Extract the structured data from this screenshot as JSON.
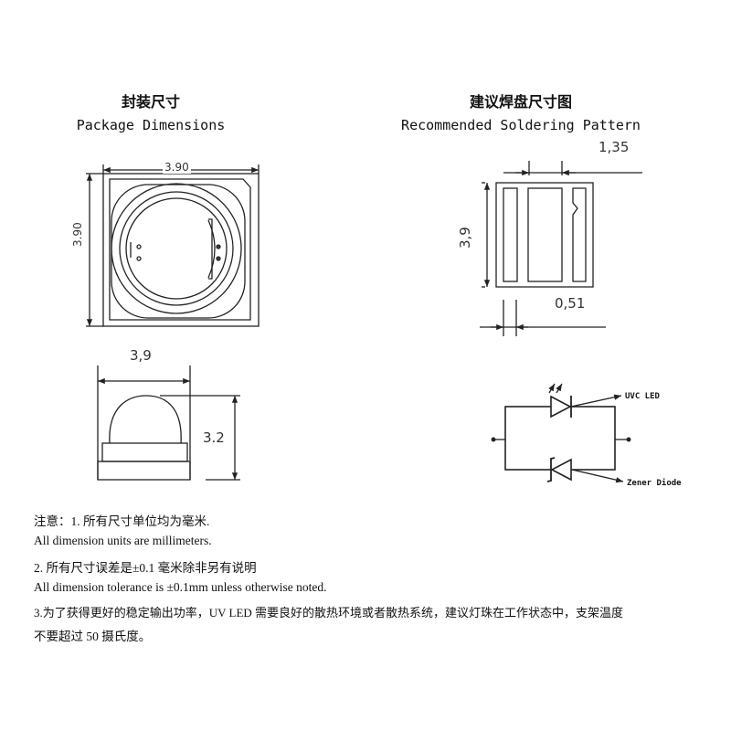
{
  "package": {
    "title_zh": "封装尺寸",
    "title_en": "Package Dimensions",
    "top_width": "3.90",
    "top_height": "3.90",
    "side_width": "3,9",
    "side_height": "3.2"
  },
  "soldering": {
    "title_zh": "建议焊盘尺寸图",
    "title_en": "Recommended Soldering Pattern",
    "pad_width": "1,35",
    "height": "3,9",
    "gap": "0,51"
  },
  "circuit": {
    "led_label": "UVC LED",
    "zener_label": "Zener Diode"
  },
  "notes": [
    "注意：1. 所有尺寸单位均为毫米.",
    "All dimension units are millimeters.",
    "2. 所有尺寸误差是±0.1 毫米除非另有说明",
    "All dimension tolerance is ±0.1mm unless otherwise noted.",
    "3.为了获得更好的稳定输出功率，UV LED 需要良好的散热环境或者散热系统，建议灯珠在工作状态中，支架温度",
    "不要超过 50 摄氏度。"
  ]
}
